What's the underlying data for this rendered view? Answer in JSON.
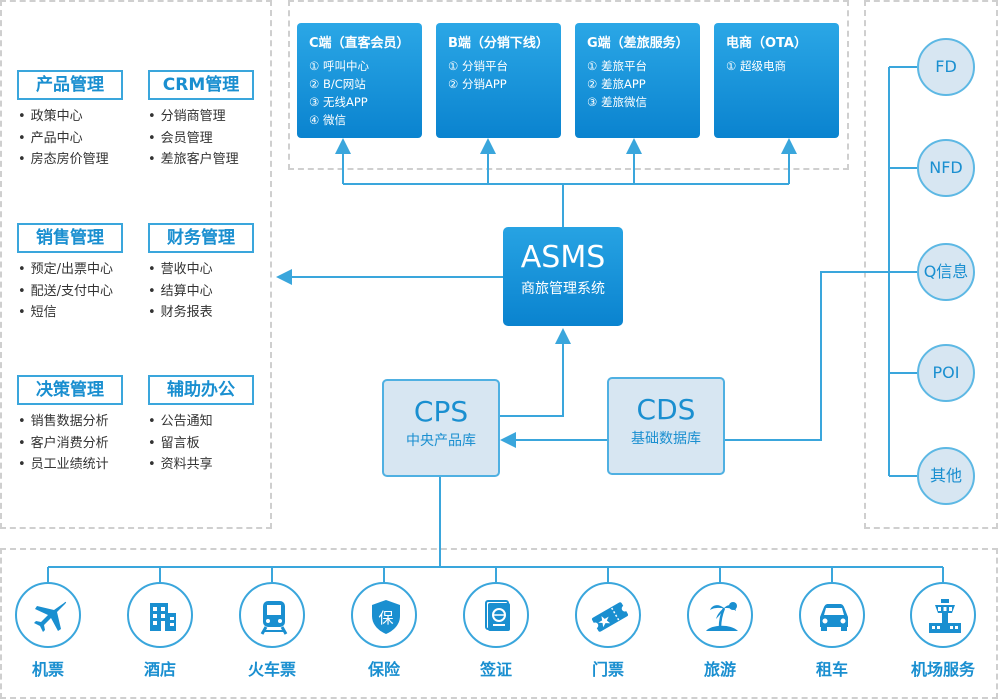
{
  "modules": [
    {
      "title": "产品管理",
      "items": [
        "政策中心",
        "产品中心",
        "房态房价管理"
      ]
    },
    {
      "title": "CRM管理",
      "items": [
        "分销商管理",
        "会员管理",
        "差旅客户管理"
      ]
    },
    {
      "title": "销售管理",
      "items": [
        "预定/出票中心",
        "配送/支付中心",
        "短信"
      ]
    },
    {
      "title": "财务管理",
      "items": [
        "营收中心",
        "结算中心",
        "财务报表"
      ]
    },
    {
      "title": "决策管理",
      "items": [
        "销售数据分析",
        "客户消费分析",
        "员工业绩统计"
      ]
    },
    {
      "title": "辅助办公",
      "items": [
        "公告通知",
        "留言板",
        "资料共享"
      ]
    }
  ],
  "channels": [
    {
      "title": "C端（直客会员）",
      "items": [
        "① 呼叫中心",
        "② B/C网站",
        "③ 无线APP",
        "④ 微信"
      ]
    },
    {
      "title": "B端（分销下线）",
      "items": [
        "① 分销平台",
        "② 分销APP"
      ]
    },
    {
      "title": "G端（差旅服务）",
      "items": [
        "① 差旅平台",
        "② 差旅APP",
        "③ 差旅微信"
      ]
    },
    {
      "title": "电商（OTA）",
      "items": [
        "① 超级电商"
      ]
    }
  ],
  "asms": {
    "title": "ASMS",
    "subtitle": "商旅管理系统"
  },
  "cps": {
    "title": "CPS",
    "subtitle": "中央产品库"
  },
  "cds": {
    "title": "CDS",
    "subtitle": "基础数据库"
  },
  "sources": [
    "FD",
    "NFD",
    "Q信息",
    "POI",
    "其他"
  ],
  "services": [
    {
      "label": "机票",
      "icon": "airplane-icon"
    },
    {
      "label": "酒店",
      "icon": "hotel-icon"
    },
    {
      "label": "火车票",
      "icon": "train-icon"
    },
    {
      "label": "保险",
      "icon": "insurance-shield-icon"
    },
    {
      "label": "签证",
      "icon": "passport-icon"
    },
    {
      "label": "门票",
      "icon": "ticket-icon"
    },
    {
      "label": "旅游",
      "icon": "palm-island-icon"
    },
    {
      "label": "租车",
      "icon": "car-icon"
    },
    {
      "label": "机场服务",
      "icon": "airport-tower-icon"
    }
  ],
  "colors": {
    "accent": "#1a8fd0",
    "box_fill": "#d7e6f2",
    "line": "#3aa6dc",
    "dashed_border": "#cfcfcf"
  }
}
